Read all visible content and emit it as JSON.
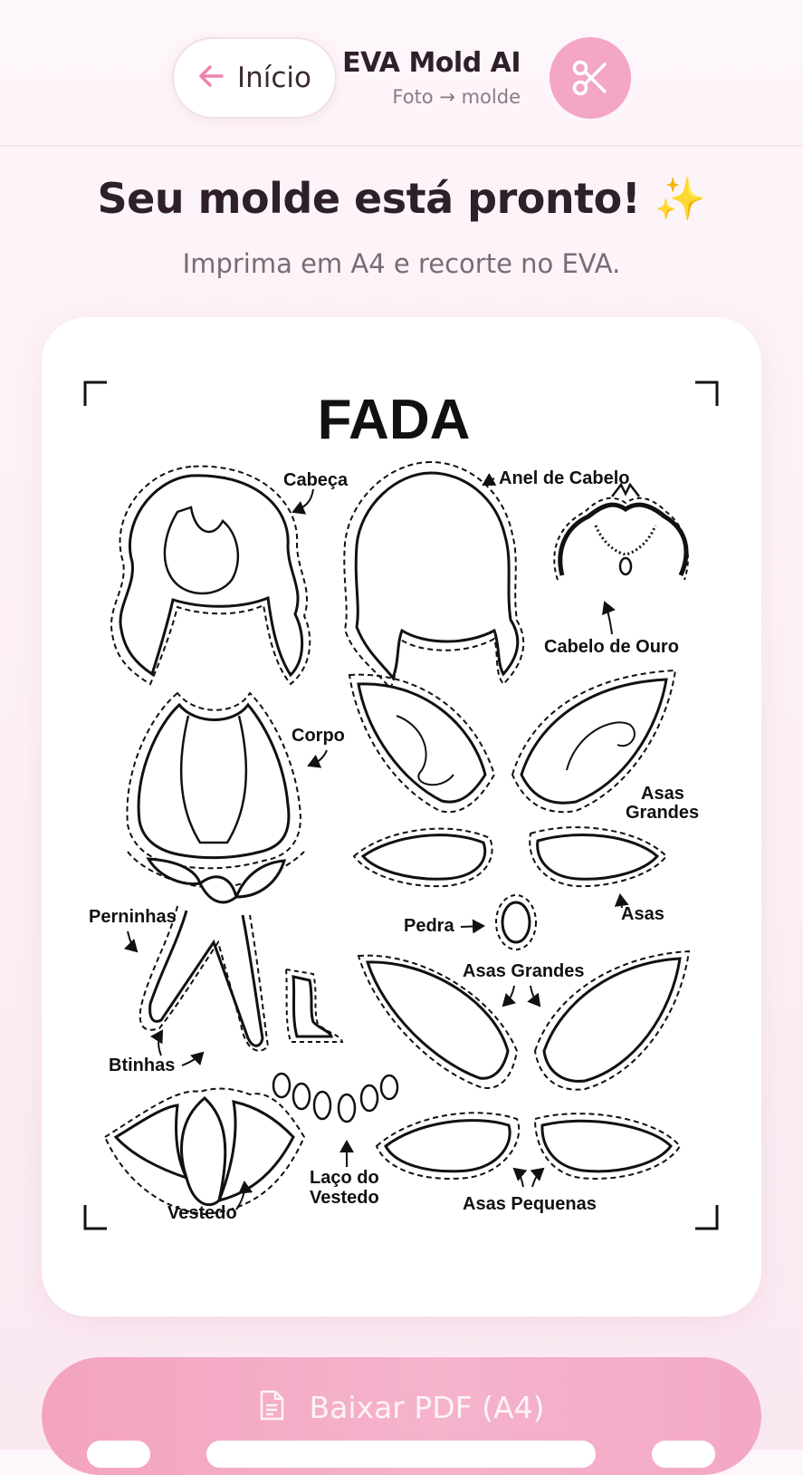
{
  "header": {
    "back_label": "Início",
    "app_title": "EVA Mold AI",
    "app_subtitle": "Foto → molde"
  },
  "main": {
    "headline": "Seu molde está pronto!",
    "headline_emoji": "✨",
    "subheadline": "Imprima em A4 e recorte no EVA."
  },
  "mold": {
    "title": "FADA",
    "labels": {
      "cabeca": "Cabeça",
      "anel": "Anel de Cabelo",
      "cabelo_ouro": "Cabelo de Ouro",
      "corpo": "Corpo",
      "asas_grandes_1a": "Asas",
      "asas_grandes_1b": "Grandes",
      "perninhas": "Perninhas",
      "pedra": "Pedra",
      "asas": "Asas",
      "asas_grandes_2": "Asas Grandes",
      "btinhas": "Btinhas",
      "laco_a": "Laço do",
      "laco_b": "Vestedo",
      "vestedo": "Vestedo",
      "asas_pequenas": "Asas Pequenas"
    }
  },
  "actions": {
    "download_label": "Baixar PDF (A4)"
  },
  "colors": {
    "accent_pink": "#f3a6c6",
    "arrow_pink": "#ee83ae",
    "sparkle": "#f5c346"
  }
}
